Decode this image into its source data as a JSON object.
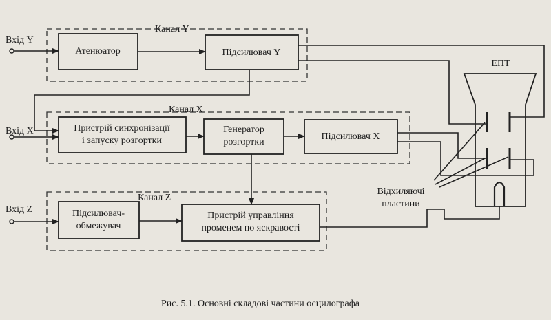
{
  "labels": {
    "input_y": "Вхід Y",
    "input_x": "Вхід X",
    "input_z": "Вхід Z",
    "channel_y": "Канал Y",
    "channel_x": "Канал X",
    "channel_z": "Канал Z",
    "attenuator": "Атенюатор",
    "amp_y": "Підсилювач Y",
    "sync_line1": "Пристрій синхронізації",
    "sync_line2": "і запуску розгортки",
    "gen_line1": "Генератор",
    "gen_line2": "розгортки",
    "amp_x": "Підсилювач X",
    "limiter_line1": "Підсилювач-",
    "limiter_line2": "обмежувач",
    "brightness_line1": "Пристрій управління",
    "brightness_line2": "променем по яскравості",
    "crt": "ЕПТ",
    "plates_line1": "Відхиляючі",
    "plates_line2": "пластини"
  },
  "caption": "Рис. 5.1. Основні складові частини осцилографа"
}
